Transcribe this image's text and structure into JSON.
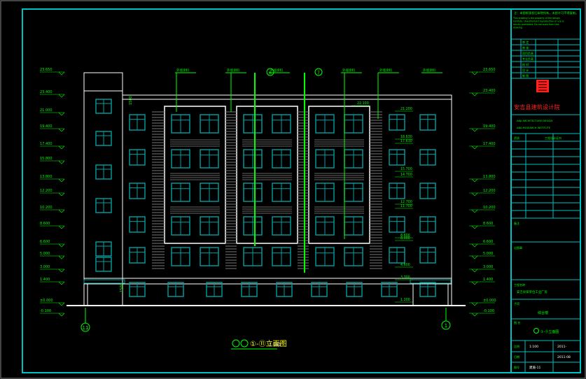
{
  "drawing": {
    "title_main": "①-⑪立面图",
    "title_scale": "1:100",
    "grid_left": "11",
    "grid_right": "1",
    "grid_mid_a": "6",
    "grid_mid_b": "7"
  },
  "elevations_left": [
    "23.650",
    "23.400",
    "21.000",
    "19.400",
    "17.400",
    "15.800",
    "13.800",
    "12.200",
    "10.200",
    "8.600",
    "6.600",
    "5.000",
    "3.000",
    "1.400",
    "±0.000",
    "-0.100"
  ],
  "elevations_right": [
    "23.650",
    "23.400",
    "19.400",
    "17.400",
    "13.800",
    "12.200",
    "10.200",
    "8.600",
    "6.600",
    "5.000",
    "3.000",
    "1.400",
    "±0.000",
    "-0.100"
  ],
  "elevations_inner": [
    "22.100",
    "21.200",
    "18.630",
    "17.630",
    "15.700",
    "14.700",
    "12.700",
    "11.700",
    "8.600",
    "8.000",
    "4.600",
    "3.700",
    "1.200"
  ],
  "leader_labels": [
    "外墙涂料",
    "外墙涂料",
    "外墙涂料",
    "外墙涂料",
    "外墙涂料",
    "外墙涂料"
  ],
  "dims": {
    "parapet": "1500",
    "ground": "1500"
  },
  "title_block": {
    "notes_header": "注：本图纸版权归本院所有，未经许可不得复制。",
    "notes_en": "This drawing is the property of the design institute. Unauthorized reproduction or use is strictly prohibited. Do not scale from this drawing.",
    "institute_name": "安吉县建筑设计院",
    "institute_en_1": "ANJI ARCHITECTURE DESIGN",
    "institute_en_2": "AND RESEARCH INSTITUTE",
    "cert_label": "资质",
    "cert_value": "工程设计证书",
    "rows_top": [
      "审 定",
      "审 核",
      "项目负责",
      "专业负责",
      "校 对",
      "设 计",
      "制 图"
    ],
    "remark_label": "备注",
    "seal_label": "出图章",
    "project_label": "工程名称",
    "project_value": "安吉县某单位工业厂房",
    "sub_label": "子项",
    "sub_value": "综合楼",
    "drawing_label": "图 名",
    "drawing_value": "①-⑪立面图",
    "scale_label": "比例",
    "scale_value": "1:100",
    "date_label": "日期",
    "date_value": "2011-",
    "number_label": "图号",
    "number_value": "建施-11",
    "version_value": "2011-08"
  },
  "colors": {
    "frame": "#00c0c0",
    "wall": "#ffffff",
    "window": "#00a0a0",
    "grid": "#00ff00",
    "text": "#00ff00",
    "seal": "#ff2020",
    "title_yellow": "#ffff00"
  }
}
